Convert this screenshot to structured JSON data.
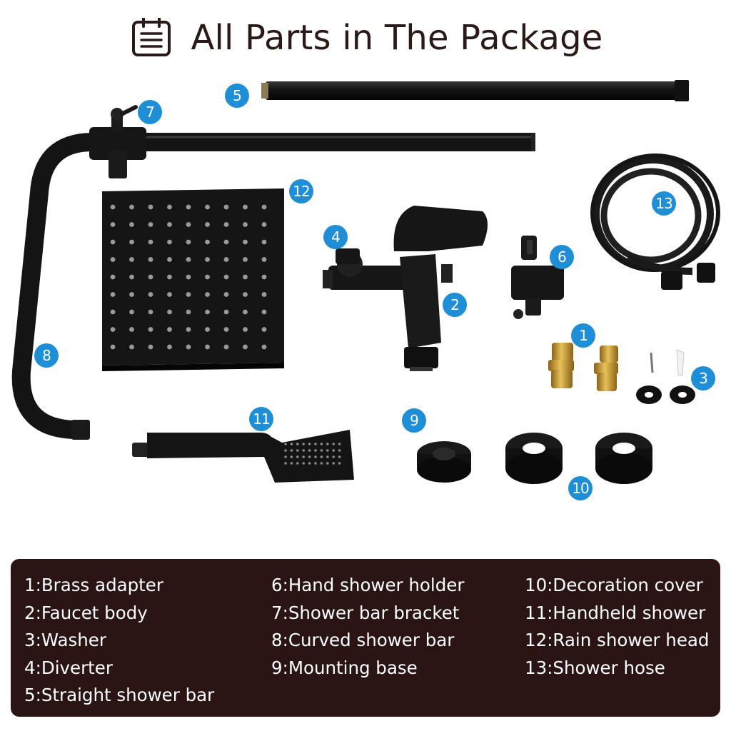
{
  "header": {
    "title": "All Parts in The Package",
    "icon": "clipboard-list-icon"
  },
  "badges": [
    {
      "id": "1",
      "label": "1"
    },
    {
      "id": "2",
      "label": "2"
    },
    {
      "id": "3",
      "label": "3"
    },
    {
      "id": "4",
      "label": "4"
    },
    {
      "id": "5",
      "label": "5"
    },
    {
      "id": "6",
      "label": "6"
    },
    {
      "id": "7",
      "label": "7"
    },
    {
      "id": "8",
      "label": "8"
    },
    {
      "id": "9",
      "label": "9"
    },
    {
      "id": "10",
      "label": "10"
    },
    {
      "id": "11",
      "label": "11"
    },
    {
      "id": "12",
      "label": "12"
    },
    {
      "id": "13",
      "label": "13"
    }
  ],
  "legend": {
    "columns": [
      [
        "1:Brass adapter",
        "2:Faucet body",
        "3:Washer",
        "4:Diverter",
        "5:Straight shower bar"
      ],
      [
        "6:Hand shower holder",
        "7:Shower bar bracket",
        "8:Curved shower bar",
        "9:Mounting base"
      ],
      [
        "10:Decoration cover",
        "11:Handheld shower",
        "12:Rain shower head",
        "13:Shower hose"
      ]
    ]
  },
  "colors": {
    "badge": "#1e8fd6",
    "legend_bg": "#2a1414",
    "title": "#2a1a17",
    "part": "#141414",
    "brass": "#c9982e"
  }
}
